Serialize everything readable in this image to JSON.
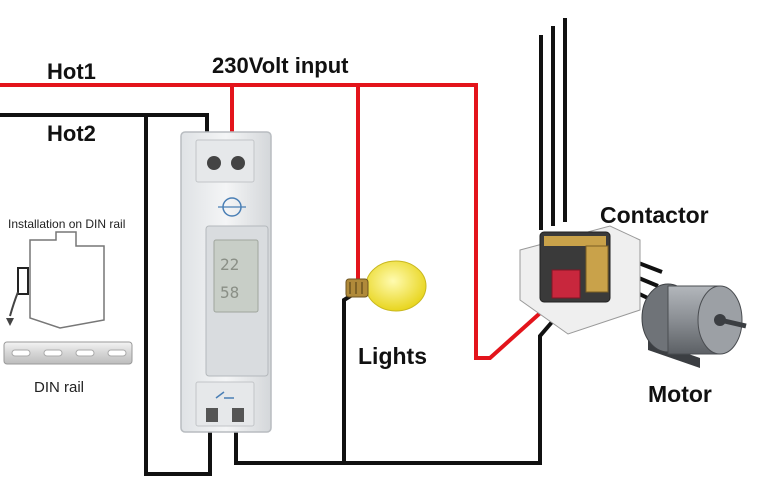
{
  "labels": {
    "hot1": "Hot1",
    "hot2": "Hot2",
    "input": "230Volt input",
    "contactor": "Contactor",
    "lights": "Lights",
    "motor": "Motor",
    "din_install": "Installation on DIN rail",
    "din_rail": "DIN rail"
  },
  "timer_display": {
    "line1": "22",
    "line2": "58"
  },
  "colors": {
    "hot_wire": "#e3141b",
    "neutral_wire": "#111111",
    "bulb": "#f2e53a",
    "timer_body": "#eef0f2",
    "contactor_body": "#3a3a3a",
    "motor_body": "#8d9196"
  }
}
